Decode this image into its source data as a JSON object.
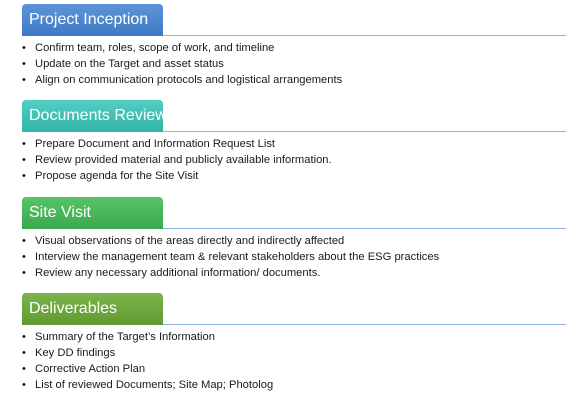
{
  "colors": {
    "section_1": "#4a86cf",
    "section_2": "#3fc2b6",
    "section_3": "#46b658",
    "section_4": "#6ea83d",
    "rule": "#8db3e2"
  },
  "bullet_glyph": "•",
  "sections": [
    {
      "title": "Project Inception",
      "items": [
        "Confirm team, roles, scope of work, and timeline",
        "Update on the Target and asset status",
        "Align on communication protocols and logistical arrangements"
      ]
    },
    {
      "title": "Documents Review",
      "items": [
        "Prepare Document and Information Request List",
        "Review provided material and publicly available information.",
        "Propose agenda for the Site Visit"
      ]
    },
    {
      "title": "Site Visit",
      "items": [
        "Visual observations of the areas directly and indirectly affected",
        "Interview the management team & relevant stakeholders about the ESG practices",
        "Review any necessary additional information/ documents."
      ]
    },
    {
      "title": "Deliverables",
      "items": [
        "Summary of the Target’s Information",
        "Key DD findings",
        "Corrective Action Plan",
        "List of reviewed Documents; Site Map; Photolog"
      ]
    }
  ]
}
